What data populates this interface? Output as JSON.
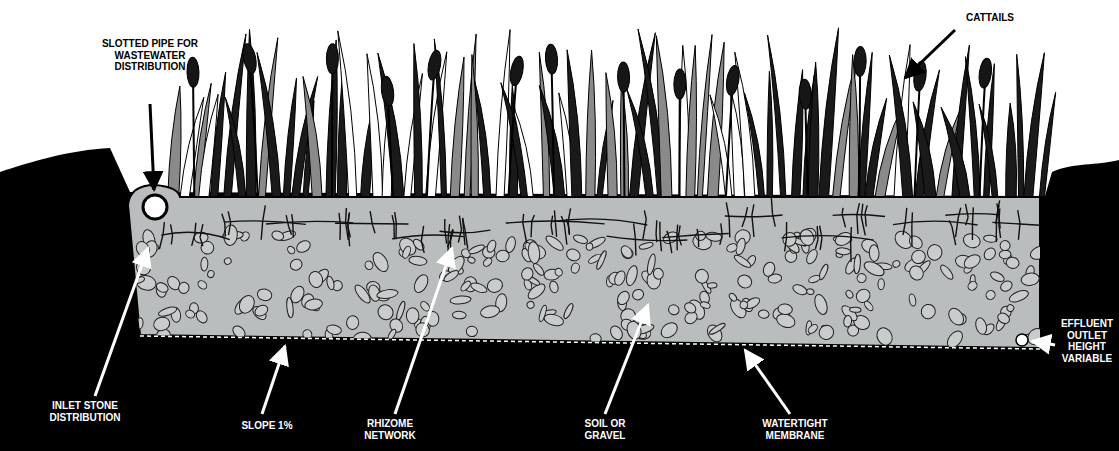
{
  "diagram": {
    "labels": [
      "SLOTTED PIPE FOR WASTEWATER DISTRIBUTION",
      "CATTAILS",
      "INLET STONE DISTRIBUTION",
      "SLOPE 1%",
      "RHIZOME NETWORK",
      "SOIL OR GRAVEL",
      "WATERTIGHT MEMBRANE",
      "EFFLUENT OUTLET HEIGHT VARIABLE"
    ]
  }
}
